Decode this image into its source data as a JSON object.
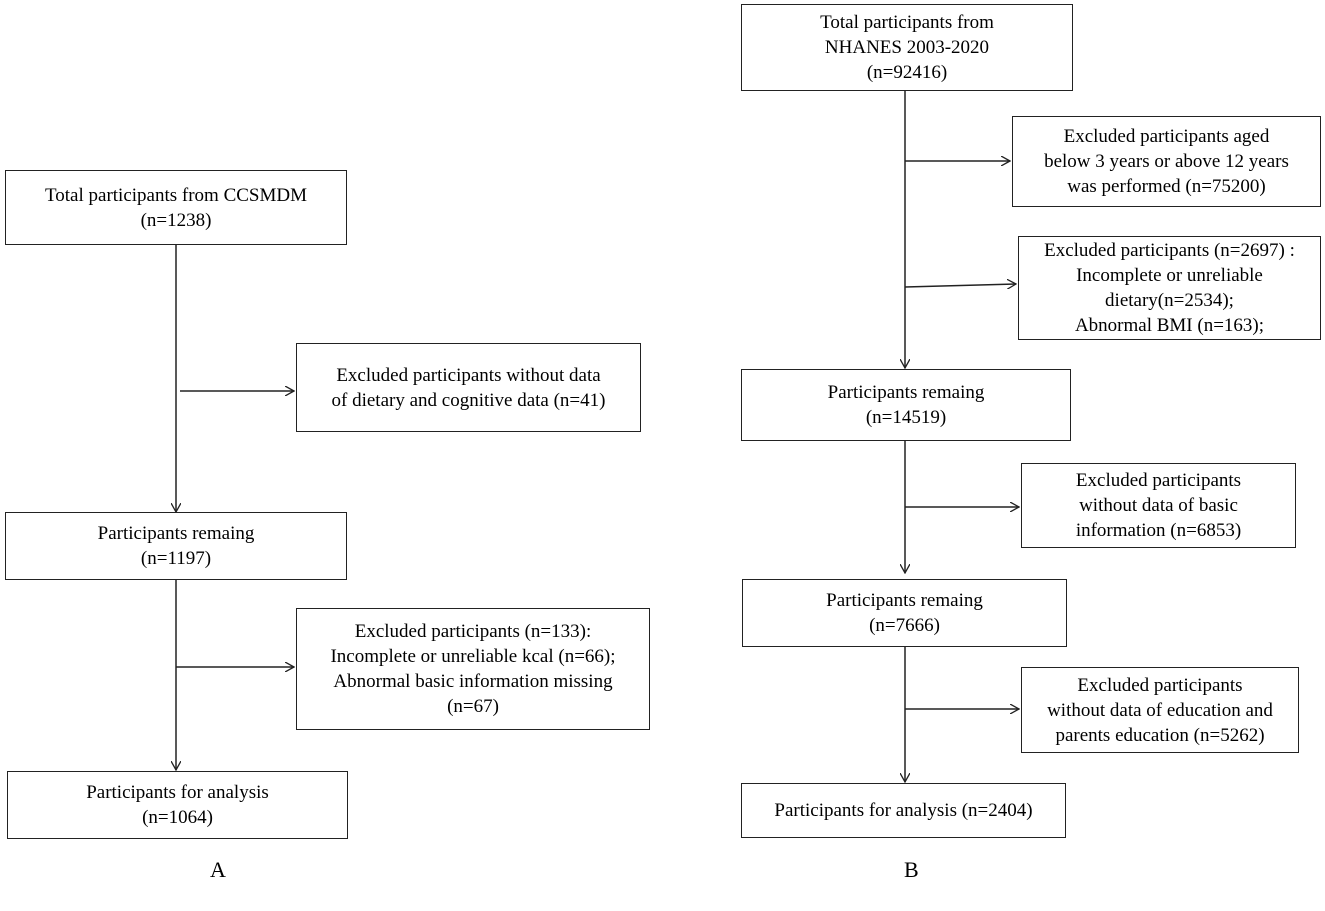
{
  "panel_a": {
    "label": "A",
    "total": [
      "Total participants from CCSMDM",
      "(n=1238)"
    ],
    "excl1": [
      "Excluded participants without data",
      "of dietary and cognitive data (n=41)"
    ],
    "remaining": [
      "Participants remaing",
      "(n=1197)"
    ],
    "excl2": [
      "Excluded participants (n=133):",
      "Incomplete or unreliable kcal (n=66);",
      "Abnormal basic information missing",
      "(n=67)"
    ],
    "analysis": [
      "Participants for analysis",
      "(n=1064)"
    ]
  },
  "panel_b": {
    "label": "B",
    "total": [
      "Total participants from",
      "NHANES 2003-2020",
      "(n=92416)"
    ],
    "excl1": [
      "Excluded participants aged",
      "below 3 years or above 12 years",
      "was performed (n=75200)"
    ],
    "excl2": [
      "Excluded participants (n=2697) :",
      "Incomplete or unreliable",
      "dietary(n=2534);",
      "Abnormal BMI (n=163);"
    ],
    "remaining1": [
      "Participants remaing",
      "(n=14519)"
    ],
    "excl3": [
      "Excluded participants",
      "without data of basic",
      "information (n=6853)"
    ],
    "remaining2": [
      "Participants remaing",
      "(n=7666)"
    ],
    "excl4": [
      "Excluded participants",
      "without data of education and",
      "parents education (n=5262)"
    ],
    "analysis": [
      "Participants for analysis (n=2404)"
    ]
  }
}
